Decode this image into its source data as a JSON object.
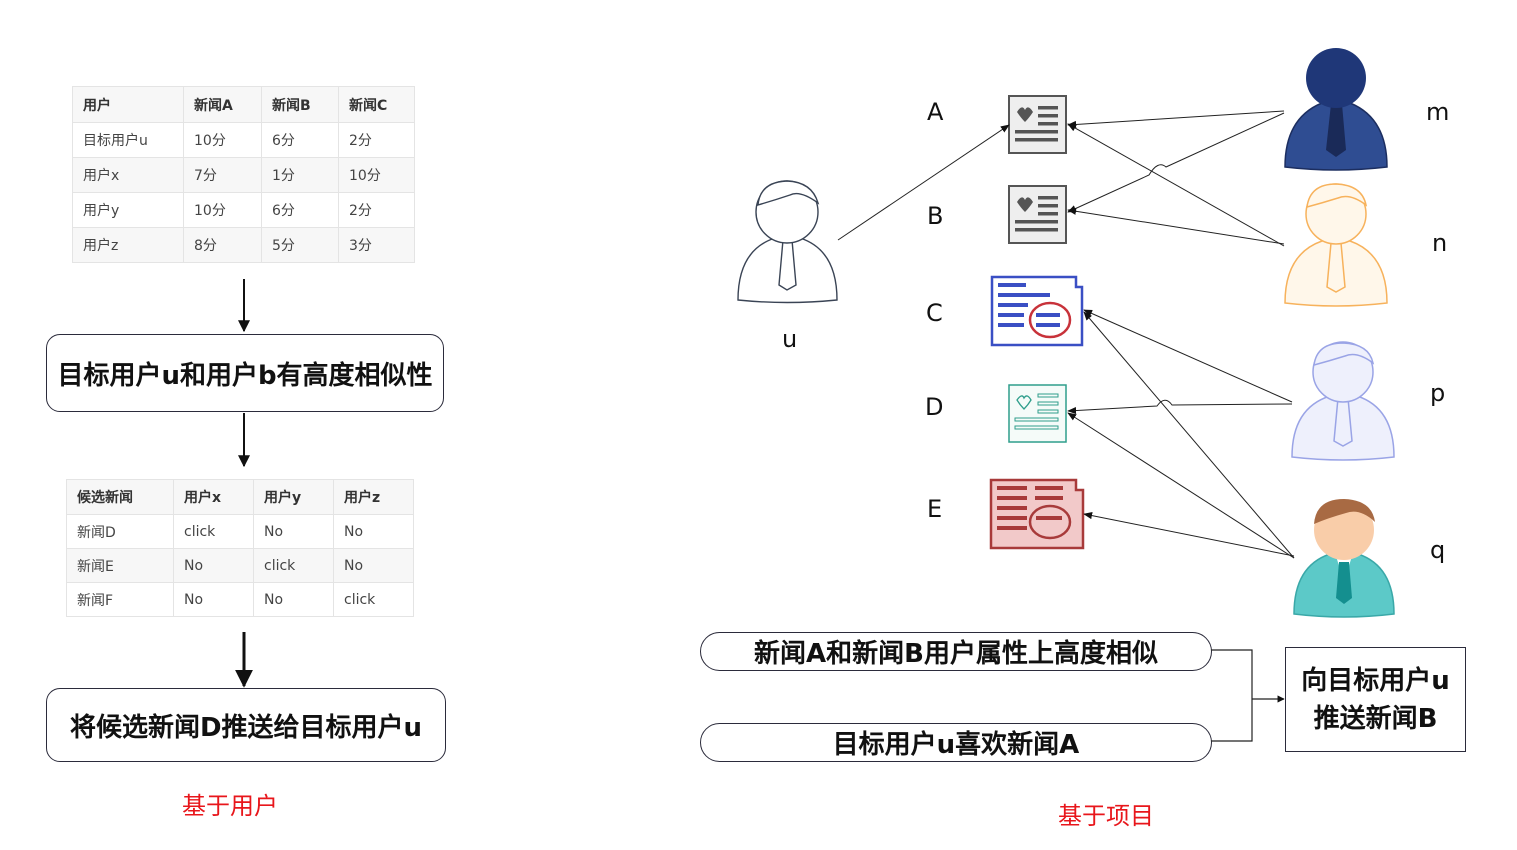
{
  "user_based": {
    "ratings_table": {
      "headers": [
        "用户",
        "新闻A",
        "新闻B",
        "新闻C"
      ],
      "rows": [
        [
          "目标用户u",
          "10分",
          "6分",
          "2分"
        ],
        [
          "用户x",
          "7分",
          "1分",
          "10分"
        ],
        [
          "用户y",
          "10分",
          "6分",
          "2分"
        ],
        [
          "用户z",
          "8分",
          "5分",
          "3分"
        ]
      ]
    },
    "similarity_box": "目标用户u和用户b有高度相似性",
    "candidate_table": {
      "headers": [
        "候选新闻",
        "用户x",
        "用户y",
        "用户z"
      ],
      "rows": [
        [
          "新闻D",
          "click",
          "No",
          "No"
        ],
        [
          "新闻E",
          "No",
          "click",
          "No"
        ],
        [
          "新闻F",
          "No",
          "No",
          "click"
        ]
      ]
    },
    "recommend_box": "将候选新闻D推送给目标用户u",
    "caption": "基于用户"
  },
  "item_based": {
    "target_user_label": "u",
    "news_labels": [
      "A",
      "B",
      "C",
      "D",
      "E"
    ],
    "user_labels": [
      "m",
      "n",
      "p",
      "q"
    ],
    "fact_1": "新闻A和新闻B用户属性上高度相似",
    "fact_2": "目标用户u喜欢新闻A",
    "conclusion_line1": "向目标用户u",
    "conclusion_line2": "推送新闻B",
    "caption": "基于项目"
  },
  "colors": {
    "caption_red": "#e8161b",
    "user_m": "#263f7e",
    "user_n": "#f7b25c",
    "user_p": "#9aa4e6",
    "user_q": "#3cc2c0",
    "news_c_blue": "#3a4fc4",
    "news_d_teal": "#2f9e8c",
    "news_e_red": "#a83a3a"
  }
}
